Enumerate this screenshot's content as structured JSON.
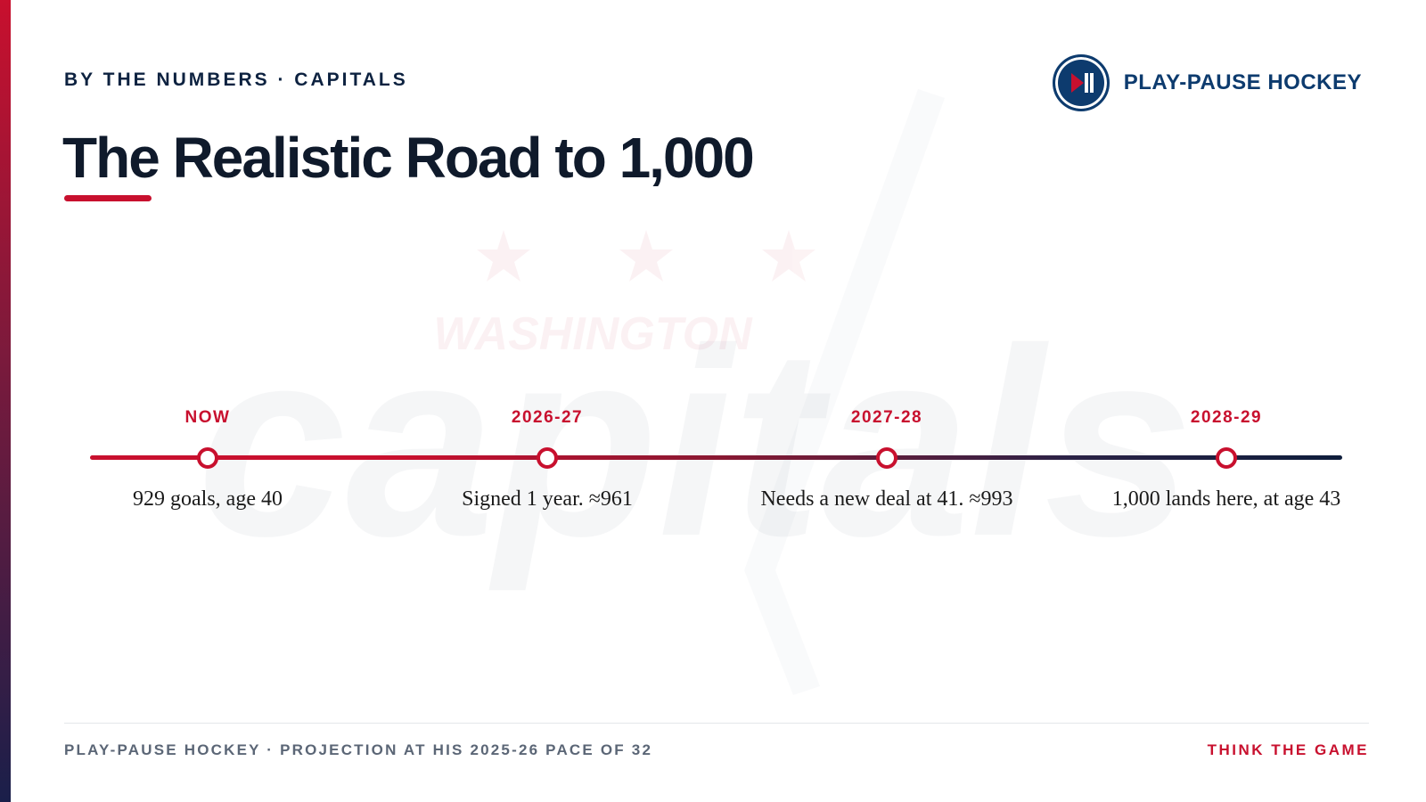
{
  "header": {
    "kicker": "BY THE NUMBERS · CAPITALS",
    "title": "The Realistic Road to 1,000",
    "brand_name": "PLAY-PAUSE HOCKEY",
    "brand_logo_icon": "play-pause-icon"
  },
  "watermark": {
    "wordmark": "capitals",
    "city": "WASHINGTON"
  },
  "timeline": {
    "milestones": [
      {
        "label": "NOW",
        "description": "929 goals, age 40"
      },
      {
        "label": "2026-27",
        "description": "Signed 1 year. ≈961"
      },
      {
        "label": "2027-28",
        "description": "Needs a new deal at 41. ≈993"
      },
      {
        "label": "2028-29",
        "description": "1,000 lands here, at age 43"
      }
    ]
  },
  "footer": {
    "left": "PLAY-PAUSE HOCKEY · PROJECTION AT HIS 2025-26 PACE OF 32",
    "right": "THINK THE GAME"
  },
  "colors": {
    "accent_red": "#c8102e",
    "navy": "#0d2240",
    "brand_blue": "#0d3b6e"
  }
}
